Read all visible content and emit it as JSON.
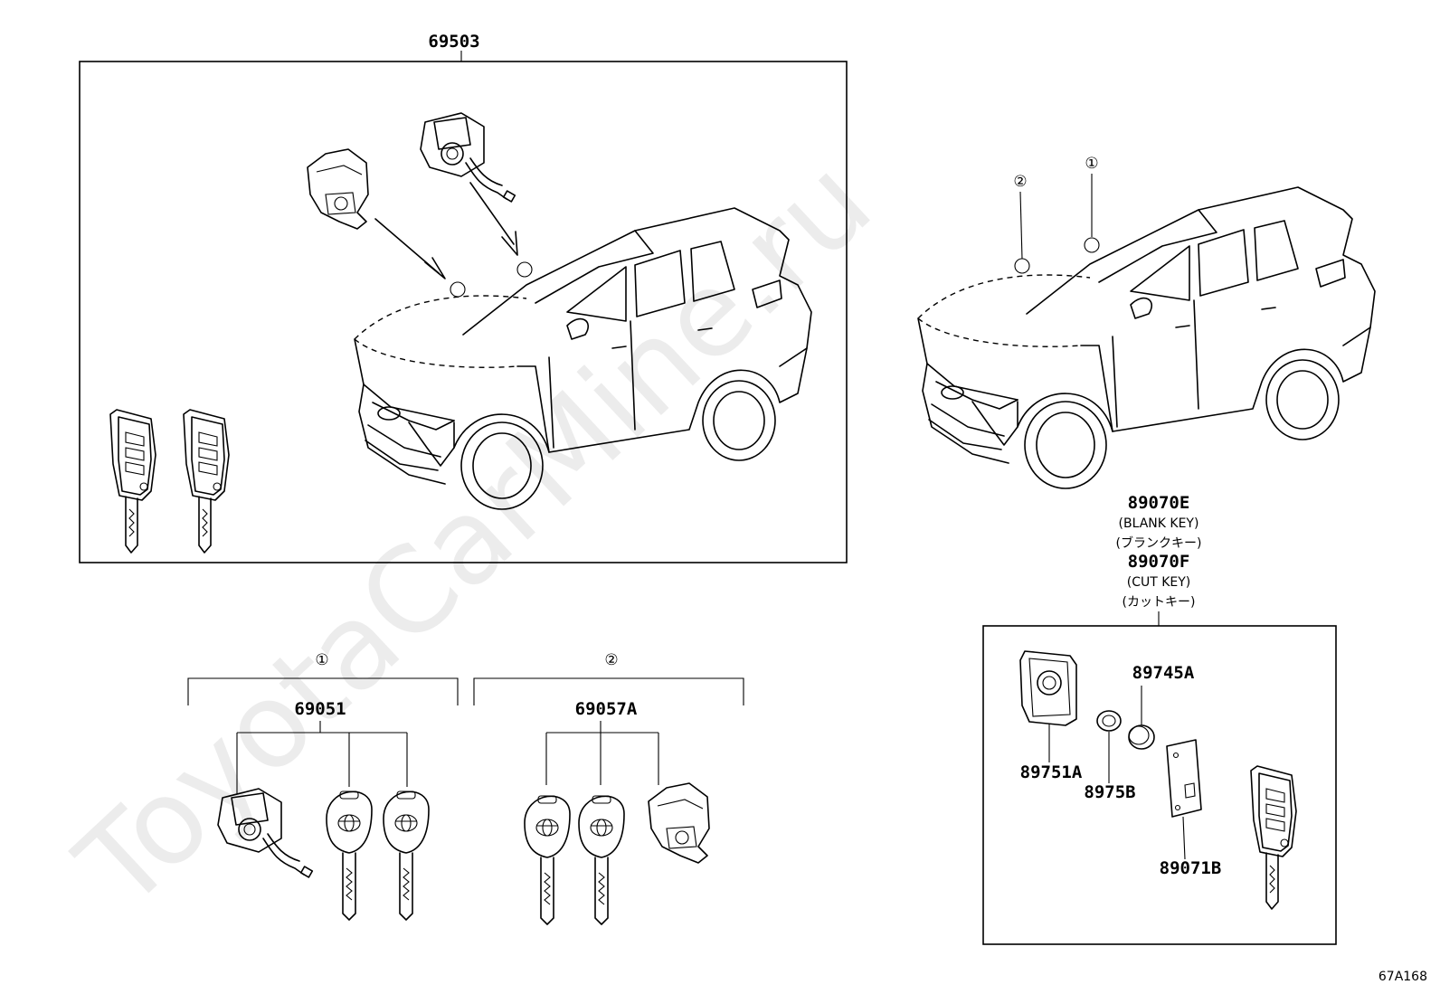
{
  "watermark": "ToyotaCarMine.ru",
  "figure_code": "67A168",
  "assembly_top": {
    "part_no": "69503"
  },
  "right_vehicle": {
    "callouts": [
      "①",
      "②"
    ]
  },
  "group_1": {
    "ref": "①",
    "part_no": "69051"
  },
  "group_2": {
    "ref": "②",
    "part_no": "69057A"
  },
  "transmitter": {
    "part_no_blank": "89070E",
    "blank_label_en": "(BLANK KEY)",
    "blank_label_jp": "(ブランクキー)",
    "part_no_cut": "89070F",
    "cut_label_en": "(CUT KEY)",
    "cut_label_jp": "(カットキー)",
    "parts": [
      "89745A",
      "89751A",
      "8975B",
      "89071B"
    ]
  }
}
